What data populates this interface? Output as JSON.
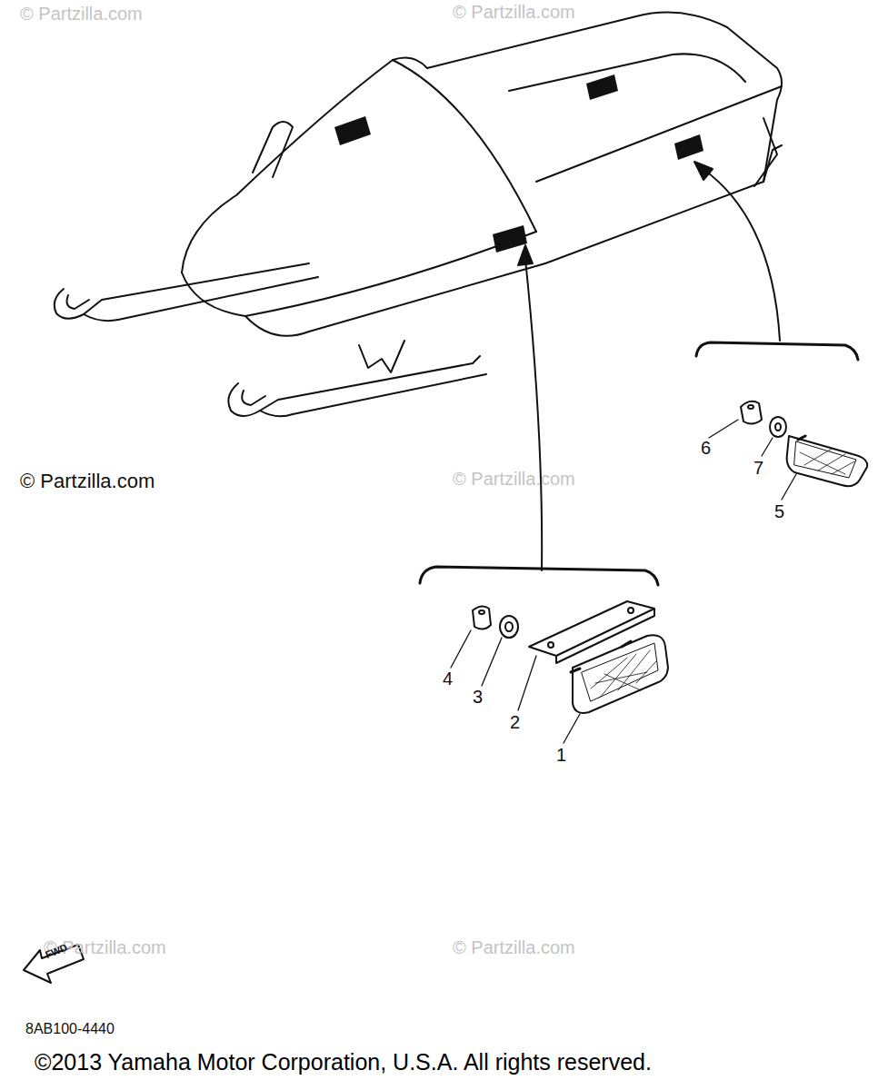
{
  "diagram": {
    "caption": "©2013 Yamaha Motor Corporation, U.S.A. All rights reserved.",
    "labels": [
      "© Partzilla.com",
      "© Partzilla.com",
      "© Partzilla.com",
      "© Partzilla.com",
      "© Partzilla.com",
      "© Partzilla.com",
      "6",
      "7",
      "5",
      "4",
      "3",
      "2",
      "1",
      "FWD",
      "8AB100-4440"
    ]
  }
}
